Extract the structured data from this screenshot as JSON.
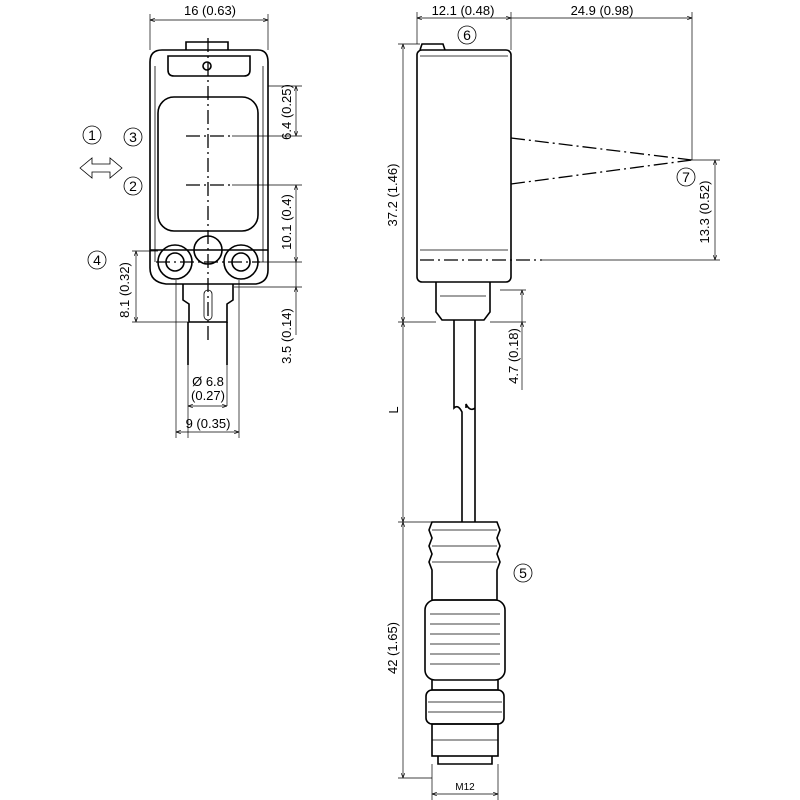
{
  "dimensions": {
    "front_width": "16 (0.63)",
    "side_depth": "12.1 (0.48)",
    "side_range": "24.9 (0.98)",
    "dim_6_4": "6.4 (0.25)",
    "dim_10_1": "10.1 (0.4)",
    "dim_3_5": "3.5 (0.14)",
    "dim_8_1": "8.1 (0.32)",
    "dim_dia": "Ø 6.8",
    "dim_dia_in": "(0.27)",
    "dim_9": "9 (0.35)",
    "dim_37_2": "37.2 (1.46)",
    "dim_13_3": "13.3 (0.52)",
    "dim_4_7": "4.7 (0.18)",
    "dim_L": "L",
    "dim_42": "42 (1.65)",
    "dim_m12": "M12"
  },
  "callouts": [
    "1",
    "2",
    "3",
    "4",
    "5",
    "6",
    "7"
  ],
  "icons": [
    "double-arrow-icon"
  ]
}
